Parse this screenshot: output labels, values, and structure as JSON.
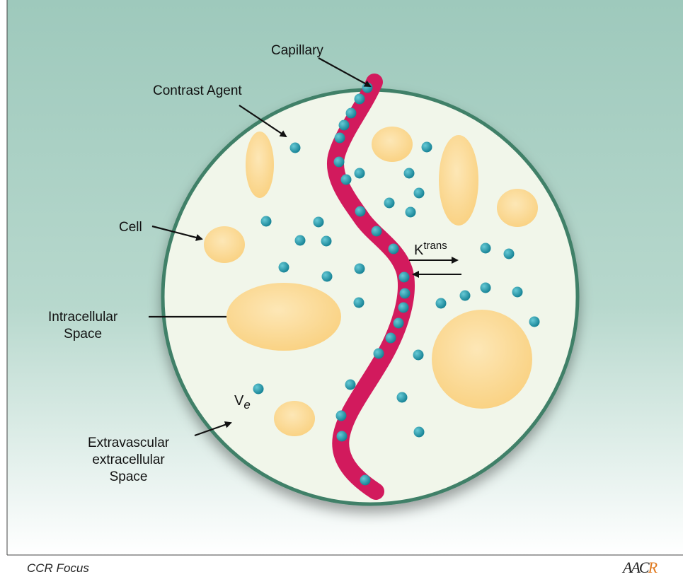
{
  "labels": {
    "capillary": "Capillary",
    "contrast_agent": "Contrast Agent",
    "cell": "Cell",
    "intracellular_space": "Intracellular\nSpace",
    "ktrans_base": "K",
    "ktrans_sup": "trans",
    "ve_base": "V",
    "ve_sub": "e",
    "extravascular": "Extravascular\nextracellular\nSpace"
  },
  "footer": {
    "left": "CCR Focus",
    "logo_main": "AAC",
    "logo_r": "R"
  },
  "colors": {
    "background_top": "#9ec9bc",
    "background_bottom": "#ffffff",
    "circle_fill": "#f1f6ea",
    "circle_stroke": "#3f8067",
    "capillary": "#d21a5d",
    "cell": "#fcd68c",
    "contrast_agent": "#199fb0"
  }
}
